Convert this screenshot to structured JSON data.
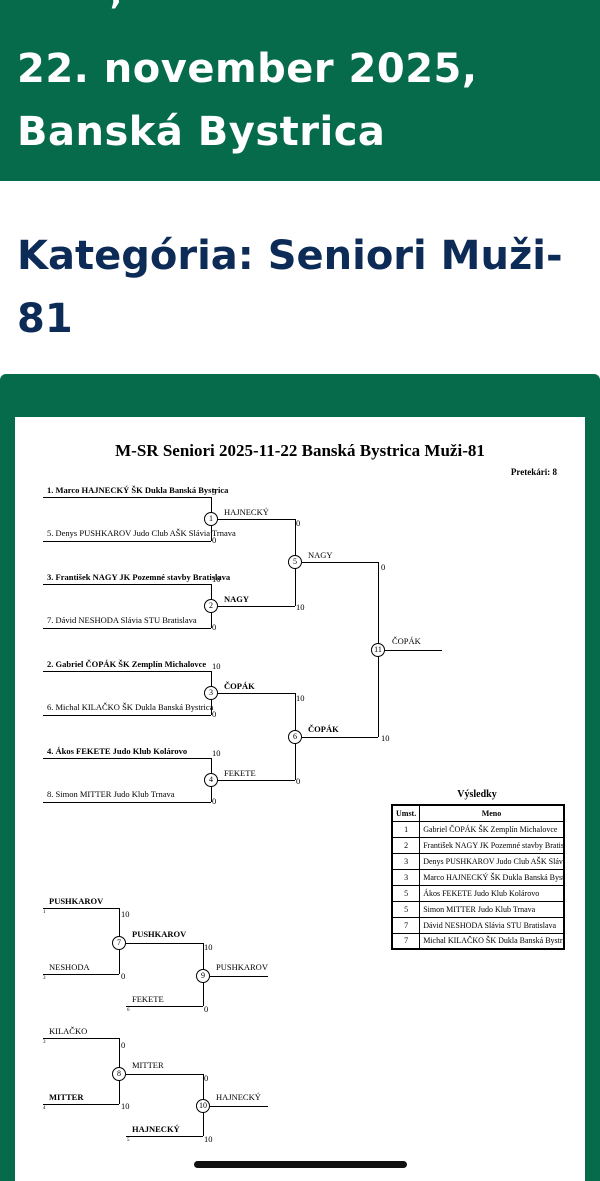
{
  "header": {
    "title": "22. november 2025,\nBanská Bystrica"
  },
  "category": {
    "label": "Kategória: Seniori Muži-81"
  },
  "sheet": {
    "title": "M-SR Seniori 2025-11-22 Banská Bystrica Muži-81",
    "competitors": "Pretekári: 8"
  },
  "main_bracket": {
    "entries": [
      "1. Marco HAJNECKÝ ŠK Dukla Banská Bystrica",
      "5. Denys PUSHKAROV Judo Club AŠK Slávia Trnava",
      "3. František NAGY JK Pozemné stavby Bratislava",
      "7. Dávid NESHODA Slávia STU Bratislava",
      "2. Gabriel ČOPÁK ŠK Zemplín Michalovce",
      "6. Michal KILAČKO ŠK Dukla Banská Bystrica",
      "4. Ákos FEKETE Judo Klub Kolárovo",
      "8. Simon MITTER Judo Klub Trnava"
    ],
    "winners": [
      "HAJNECKÝ",
      "NAGY",
      "ČOPÁK",
      "FEKETE",
      "NAGY",
      "ČOPÁK",
      "ČOPÁK"
    ],
    "matches": [
      "1",
      "2",
      "3",
      "4",
      "5",
      "6",
      "11"
    ]
  },
  "repechage": {
    "names": [
      "PUSHKAROV",
      "NESHODA",
      "PUSHKAROV",
      "FEKETE",
      "PUSHKAROV",
      "KILAČKO",
      "MITTER",
      "MITTER",
      "HAJNECKÝ",
      "HAJNECKÝ"
    ],
    "seeds": [
      "1",
      "3",
      "6",
      "3",
      "4",
      "5"
    ],
    "matches": [
      "7",
      "9",
      "8",
      "10"
    ]
  },
  "results": {
    "title": "Výsledky",
    "col_place": "Umst.",
    "col_name": "Meno",
    "rows": [
      {
        "place": "1",
        "name": "Gabriel ČOPÁK ŠK Zemplín Michalovce"
      },
      {
        "place": "2",
        "name": "František NAGY JK Pozemné stavby Bratislava"
      },
      {
        "place": "3",
        "name": "Denys PUSHKAROV Judo Club AŠK Slávia Trnava"
      },
      {
        "place": "3",
        "name": "Marco HAJNECKÝ ŠK Dukla Banská Bystrica"
      },
      {
        "place": "5",
        "name": "Ákos FEKETE Judo Klub Kolárovo"
      },
      {
        "place": "5",
        "name": "Simon MITTER Judo Klub Trnava"
      },
      {
        "place": "7",
        "name": "Dávid NESHODA Slávia STU Bratislava"
      },
      {
        "place": "7",
        "name": "Michal KILAČKO ŠK Dukla Banská Bystrica"
      }
    ]
  },
  "scores": {
    "m1": [
      "5",
      "0"
    ],
    "m2": [
      "10",
      "0"
    ],
    "m3": [
      "10",
      "0"
    ],
    "m4": [
      "10",
      "0"
    ],
    "m5": [
      "0",
      "10"
    ],
    "m6": [
      "10",
      "0"
    ],
    "m11": [
      "0",
      "10"
    ],
    "m7": [
      "10",
      "0"
    ],
    "m9": [
      "10",
      "0"
    ],
    "m8": [
      "0",
      "10"
    ],
    "m10": [
      "0",
      "10"
    ]
  }
}
